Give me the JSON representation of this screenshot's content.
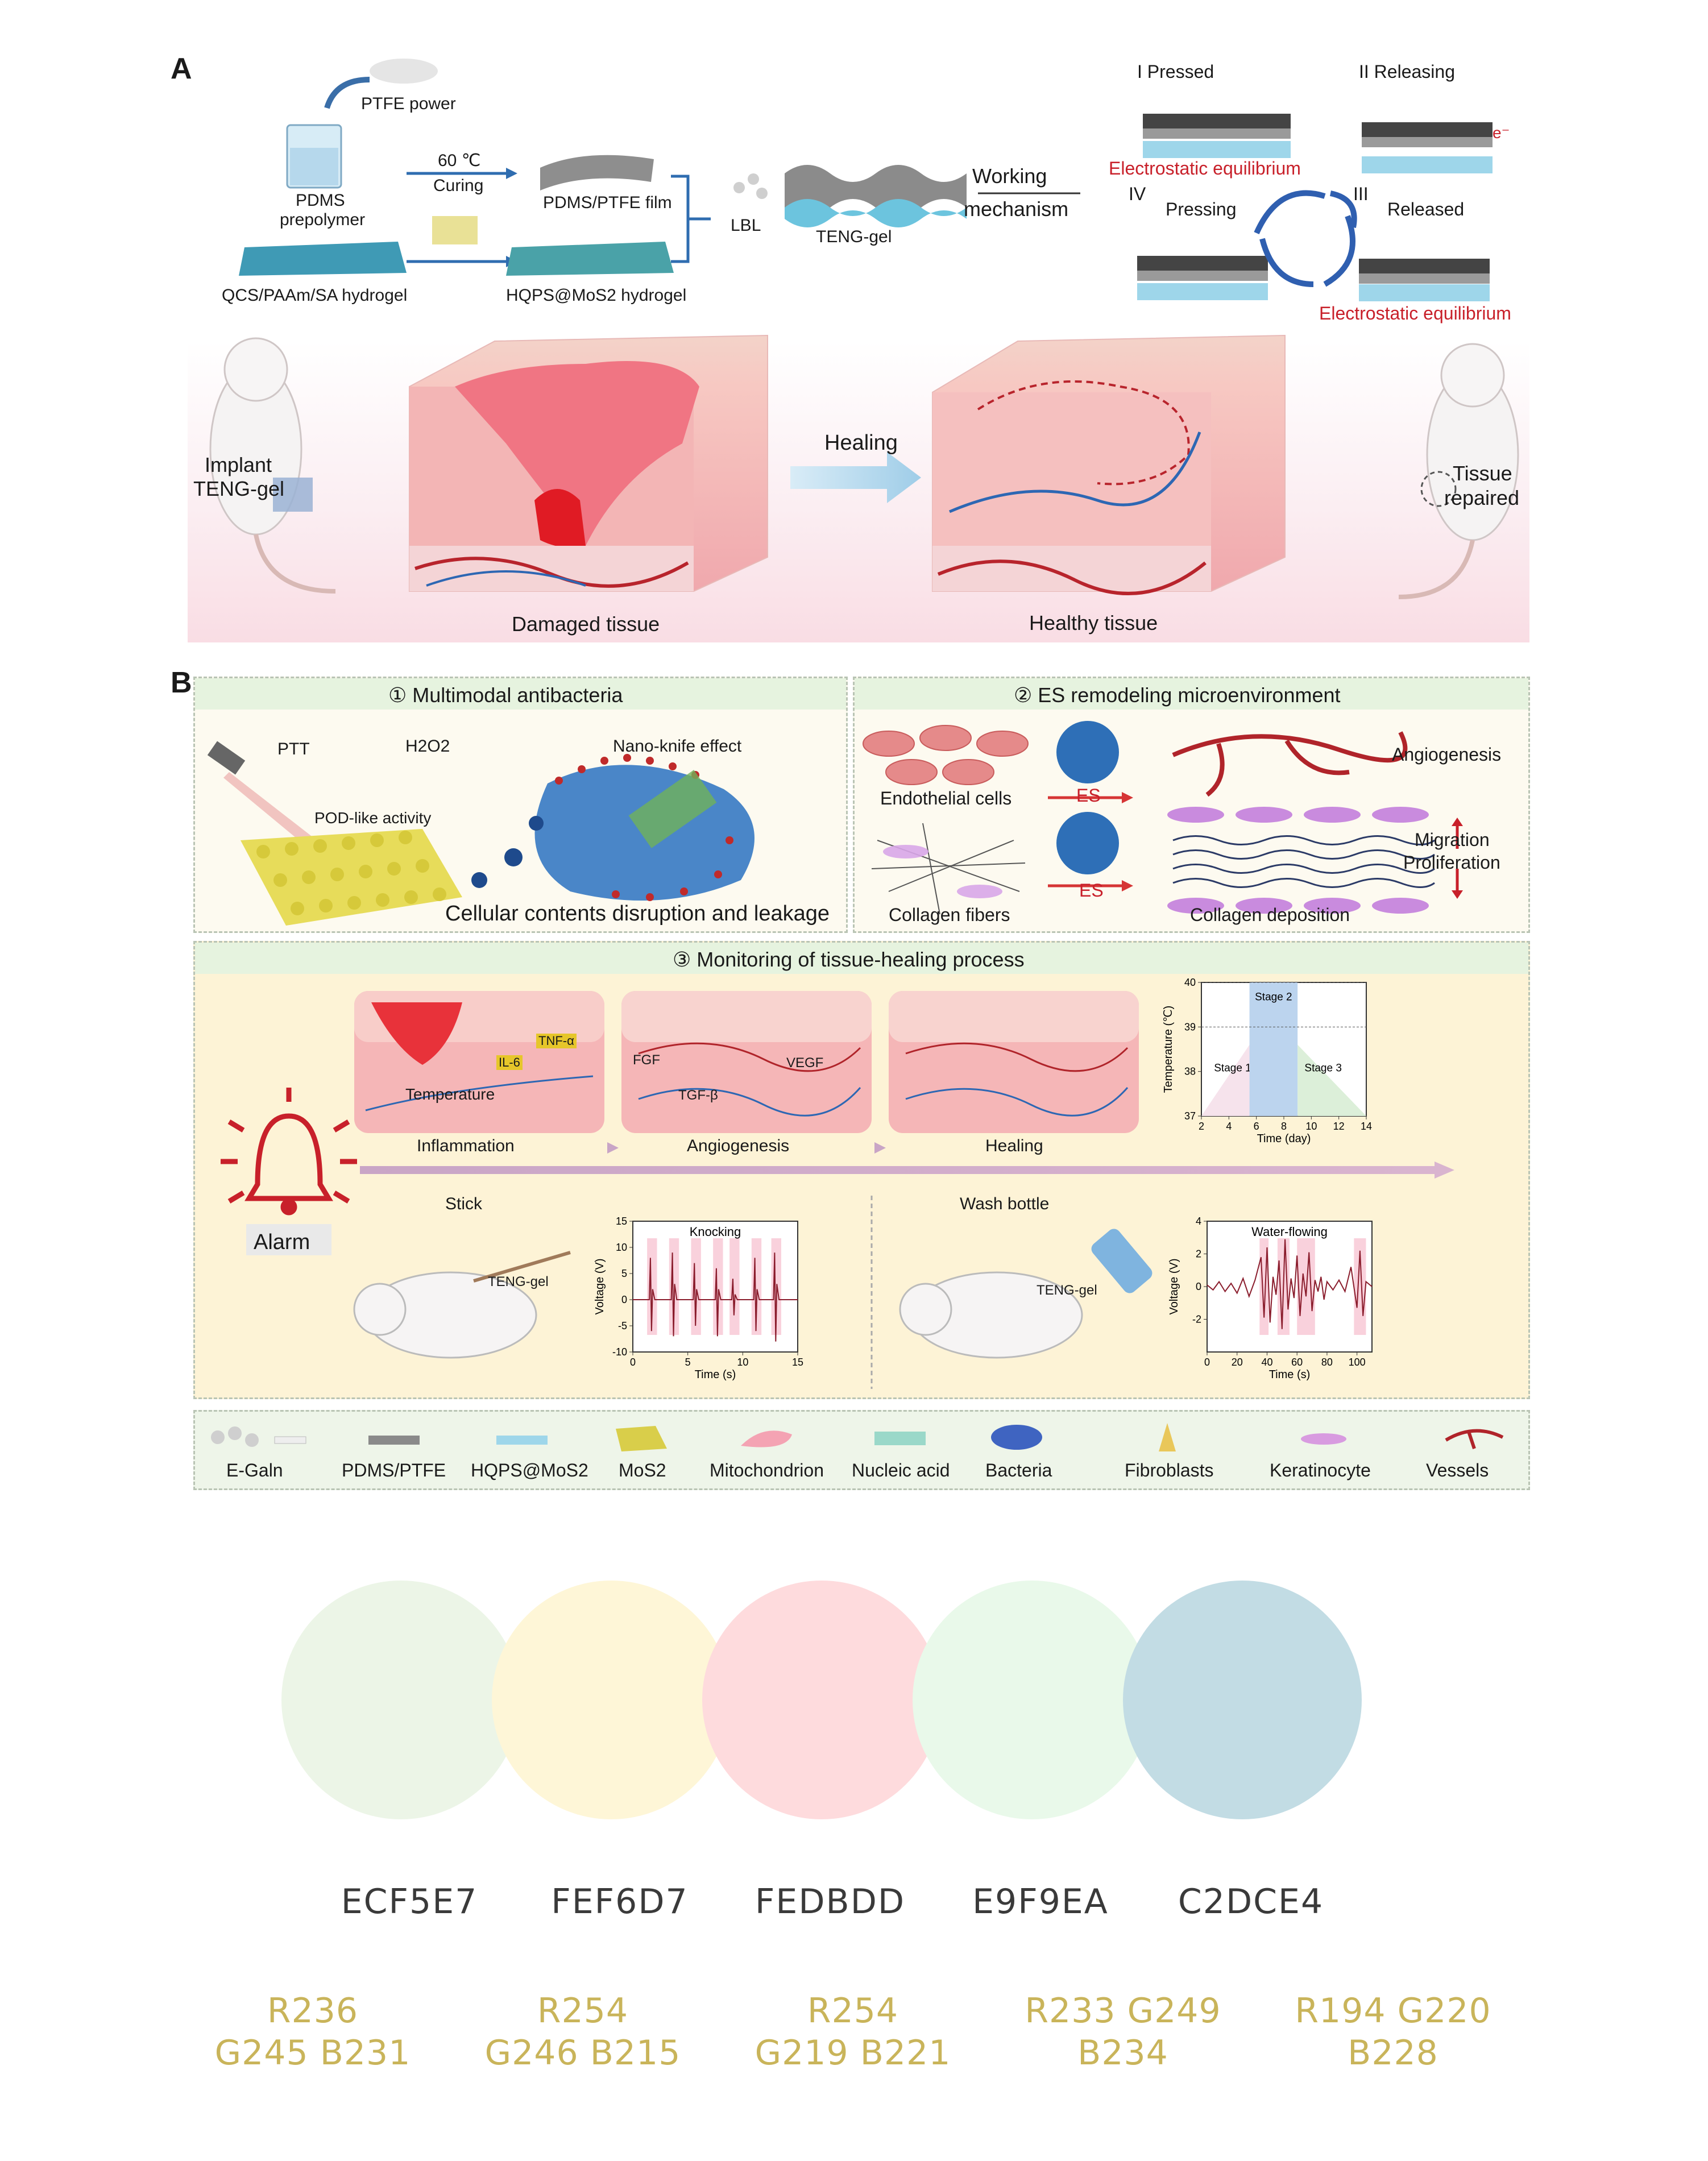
{
  "panelA": {
    "label": "A",
    "ptfe_power": "PTFE power",
    "pdms": "PDMS",
    "prepolymer": "prepolymer",
    "temp": "60 ℃",
    "curing": "Curing",
    "film": "PDMS/PTFE film",
    "lbl": "LBL",
    "teng_gel": "TENG-gel",
    "working": "Working",
    "mechanism": "mechanism",
    "qcs": "QCS/PAAm/SA hydrogel",
    "hqps": "HQPS@MoS2  hydrogel",
    "mech": {
      "s1": "I      Pressed",
      "s2": "II Releasing",
      "s3": "III",
      "s3b": "Released",
      "s4": "IV",
      "s4b": "Pressing",
      "eq1": "Electrostatic equilibrium",
      "eq2": "Electrostatic equilibrium",
      "e": "e⁻"
    },
    "implant1": "Implant",
    "implant2": "TENG-gel",
    "healing": "Healing",
    "tissue1": "Tissue",
    "tissue2": "repaired",
    "damaged": "Damaged tissue",
    "healthy": "Healthy tissue"
  },
  "panelB": {
    "label": "B",
    "sec1": "① Multimodal antibacteria",
    "ptt": "PTT",
    "h2o2": "H2O2",
    "nano": "Nano-knife effect",
    "pod": "POD-like activity",
    "cellular": "Cellular contents disruption and leakage",
    "sec2": "② ES remodeling microenvironment",
    "endo": "Endothelial cells",
    "es1": "ES",
    "es2": "ES",
    "collagen_f": "Collagen fibers",
    "angio": "Angiogenesis",
    "migration": "Migration",
    "prolif": "Proliferation",
    "collagen_d": "Collagen  deposition",
    "sec3": "③ Monitoring of tissue-healing process",
    "il6": "IL-6",
    "tnf": "TNF-α",
    "temperature": "Temperature",
    "fgf": "FGF",
    "vegf": "VEGF",
    "tgf": "TGF-β",
    "stage_inflam": "Inflammation",
    "stage_angio": "Angiogenesis",
    "stage_heal": "Healing",
    "alarm": "Alarm",
    "stick": "Stick",
    "teng1": "TENG-gel",
    "wash": "Wash bottle",
    "teng2": "TENG-gel"
  },
  "chart_data": [
    {
      "type": "area",
      "ylabel": "Temperature (℃)",
      "xlabel": "Time (day)",
      "xlim": [
        2,
        14
      ],
      "ylim": [
        37,
        40
      ],
      "xticks": [
        "2",
        "4",
        "6",
        "8",
        "10",
        "12",
        "14"
      ],
      "yticks": [
        "37",
        "38",
        "39",
        "40"
      ],
      "stages": [
        {
          "name": "Stage 1",
          "x": [
            2,
            5.5
          ],
          "y": [
            37,
            38.6
          ]
        },
        {
          "name": "Stage 2",
          "x": [
            5.5,
            9
          ],
          "y": [
            37,
            40
          ]
        },
        {
          "name": "Stage 3",
          "x": [
            9,
            14
          ],
          "y": [
            37,
            38.6
          ]
        }
      ]
    },
    {
      "type": "line",
      "title": "Knocking",
      "xlabel": "Time (s)",
      "ylabel": "Voltage (V)",
      "xlim": [
        0,
        15
      ],
      "ylim": [
        -10,
        15
      ],
      "xticks": [
        "0",
        "5",
        "10",
        "15"
      ],
      "yticks": [
        "-10",
        "-5",
        "0",
        "5",
        "10",
        "15"
      ],
      "x": [
        0,
        1.5,
        1.6,
        1.7,
        1.8,
        2.0,
        3.5,
        3.6,
        3.7,
        3.8,
        4.0,
        5.5,
        5.6,
        5.7,
        5.8,
        6.0,
        7.5,
        7.6,
        7.7,
        7.8,
        8.0,
        9.0,
        9.1,
        9.2,
        9.3,
        9.5,
        11.0,
        11.1,
        11.2,
        11.3,
        11.5,
        12.8,
        12.9,
        13.0,
        13.1,
        13.3,
        15
      ],
      "y": [
        0,
        0,
        8,
        -6,
        2,
        0,
        0,
        9,
        -7,
        3,
        0,
        0,
        7,
        -5,
        2,
        0,
        0,
        6,
        -7,
        2,
        0,
        0,
        4,
        -3,
        1,
        0,
        0,
        8,
        -6,
        2,
        0,
        0,
        9,
        -8,
        3,
        0,
        0
      ]
    },
    {
      "type": "line",
      "title": "Water-flowing",
      "xlabel": "Time (s)",
      "ylabel": "Voltage (V)",
      "xlim": [
        0,
        110
      ],
      "ylim": [
        -4,
        4
      ],
      "xticks": [
        "0",
        "20",
        "40",
        "60",
        "80",
        "100"
      ],
      "yticks": [
        "-2",
        "0",
        "2",
        "4"
      ],
      "x": [
        0,
        4,
        8,
        12,
        16,
        20,
        24,
        28,
        32,
        36,
        38,
        40,
        42,
        44,
        46,
        48,
        50,
        52,
        54,
        56,
        58,
        60,
        62,
        64,
        66,
        68,
        70,
        72,
        74,
        76,
        78,
        80,
        84,
        88,
        92,
        96,
        100,
        102,
        104,
        106,
        110
      ],
      "y": [
        0.1,
        -0.2,
        0.3,
        -0.3,
        0.2,
        -0.4,
        0.5,
        -0.6,
        0.4,
        1.8,
        -1.9,
        2.4,
        -2.2,
        0.6,
        -0.5,
        1.6,
        -2.6,
        2.9,
        -1.4,
        0.5,
        -0.7,
        1.9,
        -1.8,
        0.8,
        -0.6,
        2.1,
        -1.5,
        0.4,
        -0.3,
        0.6,
        -0.8,
        0.3,
        -0.2,
        0.4,
        -0.3,
        1.2,
        -1.3,
        2.2,
        -1.8,
        0.3,
        0.0
      ]
    }
  ],
  "legend": [
    "E-Galn",
    "PDMS/PTFE",
    "HQPS@MoS2",
    "MoS2",
    "Mitochondrion",
    "Nucleic acid",
    "Bacteria",
    "Fibroblasts",
    "Keratinocyte",
    "Vessels"
  ],
  "palette": [
    {
      "hex": "ECF5E7",
      "rgb1": "R236",
      "rgb2": "G245 B231",
      "color": "#ECF5E7"
    },
    {
      "hex": "FEF6D7",
      "rgb1": "R254",
      "rgb2": "G246 B215",
      "color": "#FEF6D7"
    },
    {
      "hex": "FEDBDD",
      "rgb1": "R254",
      "rgb2": "G219 B221",
      "color": "#FEDBDD"
    },
    {
      "hex": "E9F9EA",
      "rgb1": "R233 G249",
      "rgb2": "B234",
      "color": "#E9F9EA"
    },
    {
      "hex": "C2DCE4",
      "rgb1": "R194 G220",
      "rgb2": "B228",
      "color": "#C2DCE4"
    }
  ]
}
